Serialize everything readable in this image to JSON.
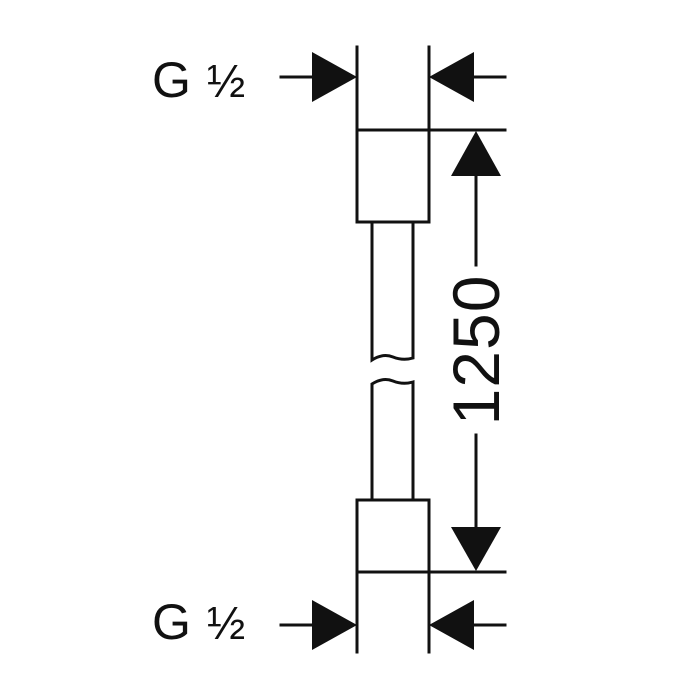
{
  "drawing": {
    "thread_top": {
      "prefix": "G",
      "size": "½"
    },
    "thread_bottom": {
      "prefix": "G",
      "size": "½"
    },
    "length": "1250",
    "line_color": "#111111",
    "background": "#ffffff"
  }
}
